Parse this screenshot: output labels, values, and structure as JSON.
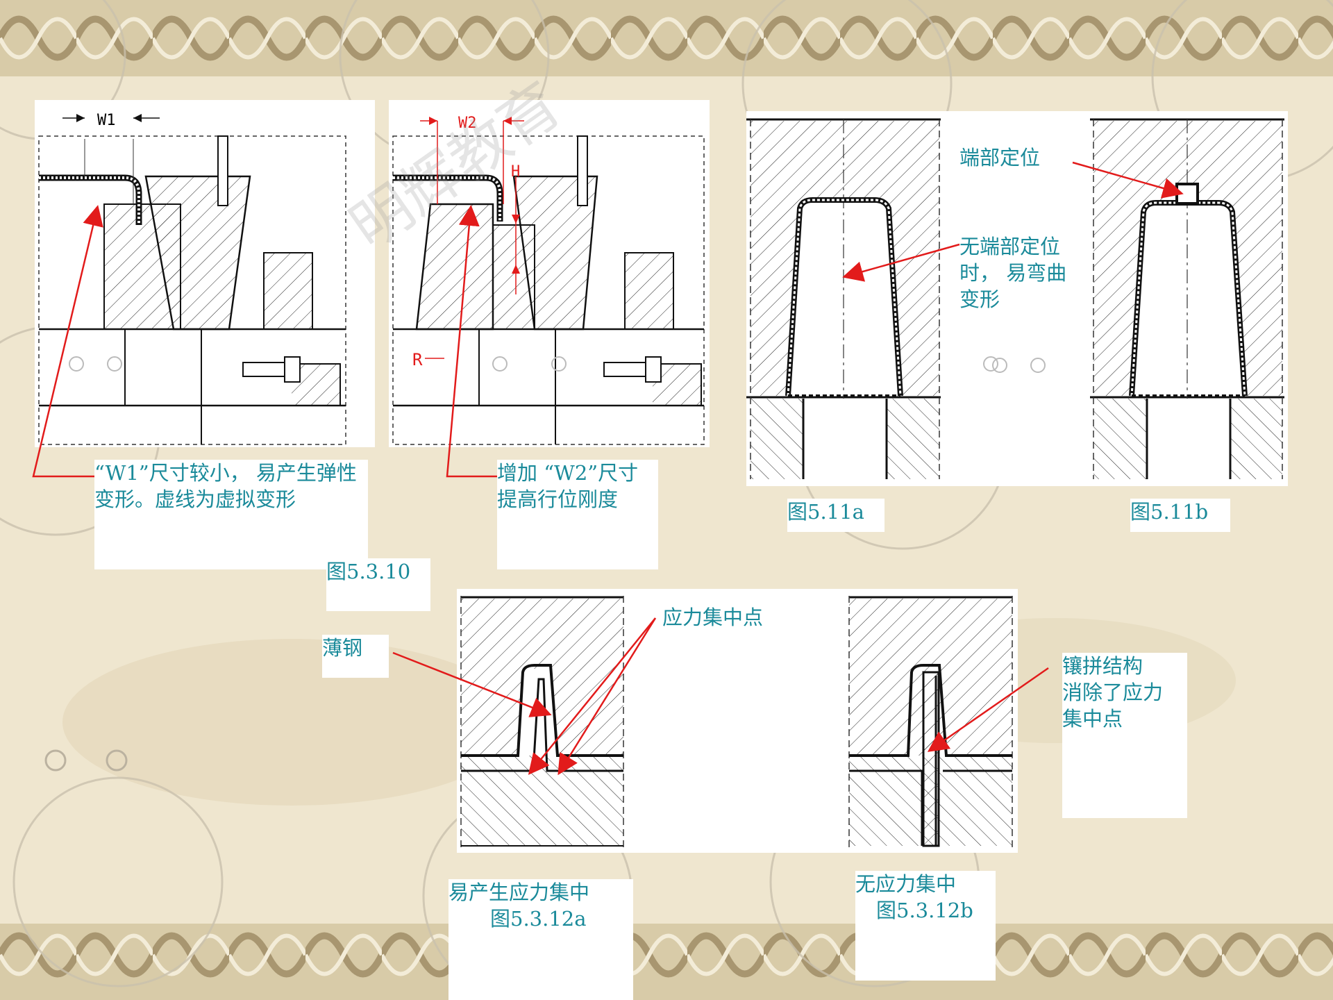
{
  "watermark": "明辉教育",
  "colors": {
    "label": "#1a8a9a",
    "arrow": "#e21b1b",
    "background": "#efe6cf",
    "border_band": "#cdbf99"
  },
  "fig_5_3_10": {
    "dim_w1": "W1",
    "dim_w2": "W2",
    "dim_h": "H",
    "dim_r": "R",
    "note_left_line1": "“W1”尺寸较小， 易产生弹性",
    "note_left_line2": "变形。虚线为虚拟变形",
    "note_right_line1": "增加 “W2”尺寸",
    "note_right_line2": "提高行位刚度",
    "caption": "图5.3.10"
  },
  "fig_5_11": {
    "note_end_locate": "端部定位",
    "note_no_locate_line1": "无端部定位",
    "note_no_locate_line2": "时， 易弯曲",
    "note_no_locate_line3": "变形",
    "caption_a": "图5.11a",
    "caption_b": "图5.11b"
  },
  "fig_5_3_12": {
    "note_thin_steel": "薄钢",
    "note_stress_point": "应力集中点",
    "note_insert_line1": "镶拼结构",
    "note_insert_line2": "消除了应力",
    "note_insert_line3": "集中点",
    "caption_a_line1": "易产生应力集中",
    "caption_a_line2": "图5.3.12a",
    "caption_b_line1": "无应力集中",
    "caption_b_line2": "图5.3.12b"
  }
}
